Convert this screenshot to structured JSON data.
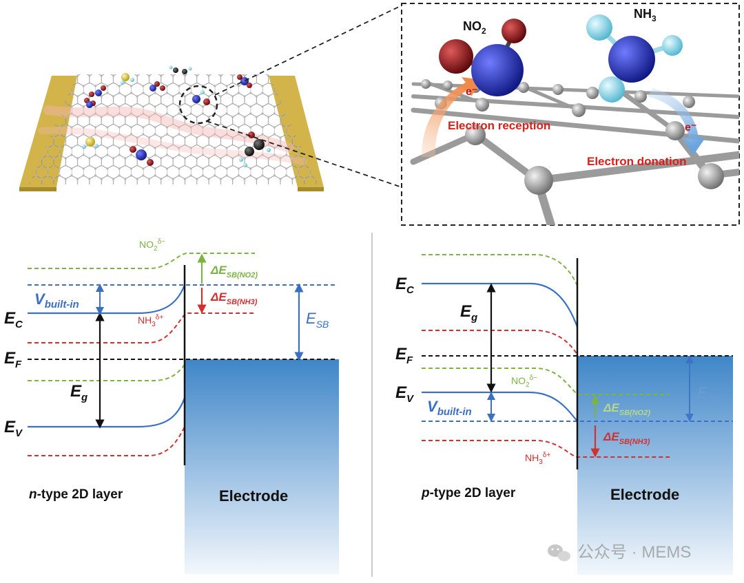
{
  "colors": {
    "gold": "#d2b44a",
    "graphene": "#9b9b9b",
    "nitrogen": "#1f2aa8",
    "oxygen": "#a0141a",
    "hydrogen": "#8ed8ea",
    "no2_band": "#7cb342",
    "nh3_band": "#d32f2f",
    "band_blue": "#3a6fc4",
    "electrode_top": "#3f86c8",
    "electrode_bottom": "#f2f7fc",
    "label_red": "#d8201a"
  },
  "inset": {
    "no2_label": {
      "main": "NO",
      "sub": "2"
    },
    "nh3_label": {
      "main": "NH",
      "sub": "3"
    },
    "electron_left": "e⁻",
    "electron_right": "e⁻",
    "reception": "Electron reception",
    "donation": "Electron donation"
  },
  "left_diagram": {
    "ec": {
      "main": "E",
      "sub": "C"
    },
    "ef": {
      "main": "E",
      "sub": "F"
    },
    "ev": {
      "main": "E",
      "sub": "V"
    },
    "eg": {
      "main": "E",
      "sub": "g"
    },
    "vbi": {
      "main": "V",
      "sub": "built-in"
    },
    "no2": {
      "main": "NO",
      "sub": "2",
      "sup": "δ−"
    },
    "nh3": {
      "main": "NH",
      "sub": "3",
      "sup": "δ+"
    },
    "d_no2": {
      "main": "ΔE",
      "sub": "SB(NO2)"
    },
    "d_nh3": {
      "main": "ΔE",
      "sub": "SB(NH3)"
    },
    "esb": {
      "main": "E",
      "sub": "SB"
    },
    "layer_prefix": "n",
    "layer_suffix": "-type 2D layer",
    "electrode": "Electrode"
  },
  "right_diagram": {
    "ec": {
      "main": "E",
      "sub": "C"
    },
    "ef": {
      "main": "E",
      "sub": "F"
    },
    "ev": {
      "main": "E",
      "sub": "V"
    },
    "eg": {
      "main": "E",
      "sub": "g"
    },
    "vbi": {
      "main": "V",
      "sub": "built-in"
    },
    "no2": {
      "main": "NO",
      "sub": "2",
      "sup": "δ−"
    },
    "nh3": {
      "main": "NH",
      "sub": "3",
      "sup": "δ+"
    },
    "d_no2": {
      "main": "ΔE",
      "sub": "SB(NO2)"
    },
    "d_nh3": {
      "main": "ΔE",
      "sub": "SB(NH3)"
    },
    "esb": {
      "main": "E",
      "sub": "SB"
    },
    "layer_prefix": "p",
    "layer_suffix": "-type 2D layer",
    "electrode": "Electrode"
  },
  "watermark": "公众号 · MEMS"
}
